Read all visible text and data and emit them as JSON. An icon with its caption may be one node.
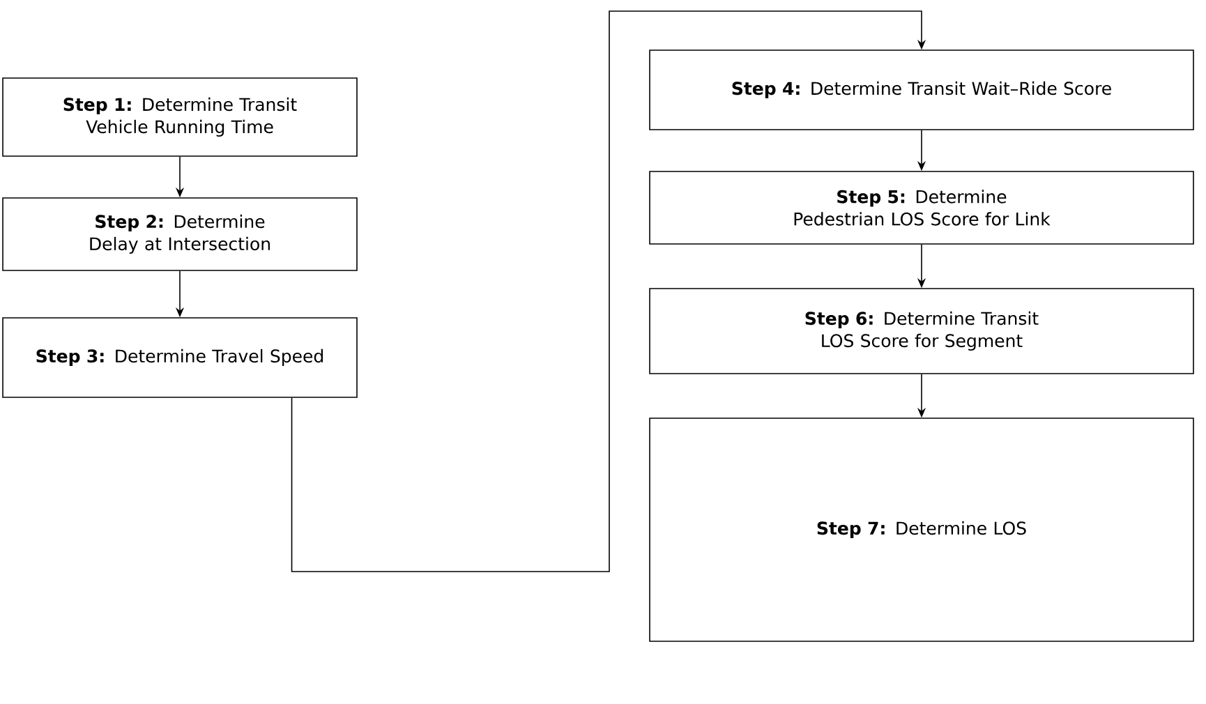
{
  "diagram": {
    "nodes": [
      {
        "text": [
          "**Step 1:** Determine Transit Vehicle Running Time"
        ]
      },
      {
        "text": [
          "**Step 2:** Determine Delay at Intersection"
        ]
      },
      {
        "text": [
          "**Step 3:** Determine Travel Speed"
        ]
      },
      {
        "text": [
          "**Step 4:** Determine Transit Wait–Ride Score"
        ]
      },
      {
        "text": [
          "**Step 5:** Determine Pedestrian LOS Score for Link"
        ]
      },
      {
        "text": [
          "**Step 6:** Determine Transit LOS Score for Segment"
        ]
      },
      {
        "text": [
          "**Step 7:** Determine LOS"
        ]
      }
    ],
    "edges": [
      {
        "from": 0,
        "to": 1,
        "arrow": "to"
      },
      {
        "from": 1,
        "to": 2,
        "arrow": "to"
      },
      {
        "from": 2,
        "to": 3,
        "arrow": "to"
      },
      {
        "from": 3,
        "to": 4,
        "arrow": "to"
      },
      {
        "from": 4,
        "to": 5,
        "arrow": "to"
      },
      {
        "from": 5,
        "to": 6,
        "arrow": "to"
      }
    ]
  }
}
